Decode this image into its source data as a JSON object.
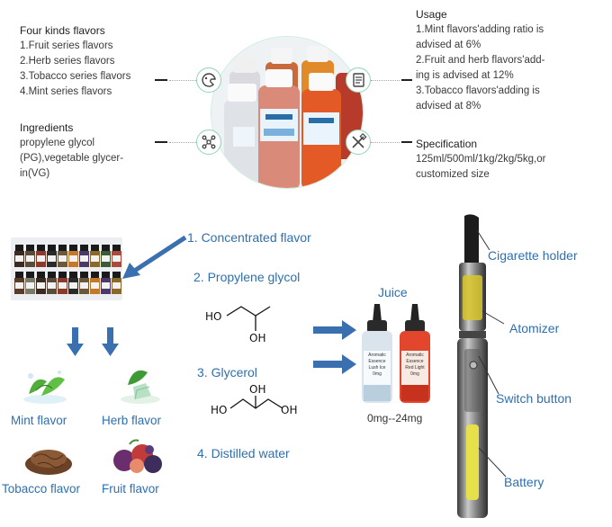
{
  "flavors": {
    "title": "Four kinds flavors",
    "items": [
      "1.Fruit series flavors",
      "2.Herb series flavors",
      "3.Tobacco series flavors",
      "4.Mint series flavors"
    ]
  },
  "ingredients": {
    "title": "Ingredients",
    "lines": [
      "propylene glycol",
      "(PG),vegetable glycer-",
      "in(VG)"
    ]
  },
  "usage": {
    "title": "Usage",
    "lines": [
      "1.Mint flavors'adding ratio is",
      "advised at 6%",
      "2.Fruit and herb flavors'add-",
      "ing is advised at 12%",
      "3.Tobacco flavors'adding is",
      "advised at 8%"
    ]
  },
  "specification": {
    "title": "Specification",
    "lines": [
      "125ml/500ml/1kg/2kg/5kg,or",
      "customized size"
    ]
  },
  "steps": [
    "1. Concentrated flavor",
    "2. Propylene glycol",
    "3. Glycerol",
    "4. Distilled water"
  ],
  "chem": {
    "pg_ho": "HO",
    "pg_oh": "OH",
    "gl_oh_top": "OH",
    "gl_ho": "HO",
    "gl_oh_right": "OH"
  },
  "flavor_labels": [
    "Mint flavor",
    "Herb flavor",
    "Tobacco flavor",
    "Fruit flavor"
  ],
  "juice": {
    "title": "Juice",
    "range": "0mg--24mg",
    "bottle1": [
      "Aromatic Essence",
      "Lush Ice",
      "0mg"
    ],
    "bottle2": [
      "Aromatic Essence",
      "Red Light",
      "0mg"
    ]
  },
  "ecig_parts": [
    "Cigarette holder",
    "Atomizer",
    "Switch button",
    "Battery"
  ],
  "icon_names": [
    "palette-icon",
    "document-icon",
    "molecule-icon",
    "tools-icon"
  ],
  "colors": {
    "accent": "#2f6fae",
    "ring": "#8fd3b8",
    "battery": "#e6e04a"
  }
}
